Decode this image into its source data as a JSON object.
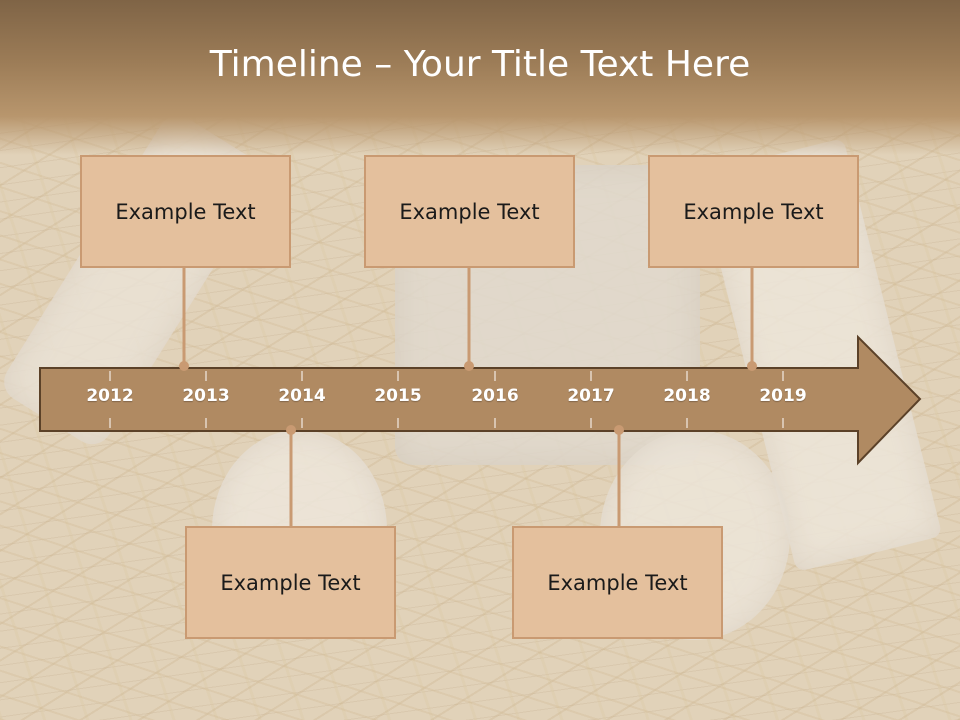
{
  "title": "Timeline – Your Title Text Here",
  "colors": {
    "arrow_fill": "#b08a62",
    "arrow_stroke": "#5b4128",
    "box_fill": "#e4c09d",
    "box_border": "#c99a72",
    "connector": "#c99a72"
  },
  "timeline": {
    "years": [
      "2012",
      "2013",
      "2014",
      "2015",
      "2016",
      "2017",
      "2018",
      "2019"
    ],
    "events_above": [
      {
        "label": "Example Text",
        "year": "2013"
      },
      {
        "label": "Example Text",
        "year": "2016"
      },
      {
        "label": "Example Text",
        "year": "2019"
      }
    ],
    "events_below": [
      {
        "label": "Example Text",
        "year": "2014"
      },
      {
        "label": "Example Text",
        "year": "2017"
      }
    ]
  }
}
